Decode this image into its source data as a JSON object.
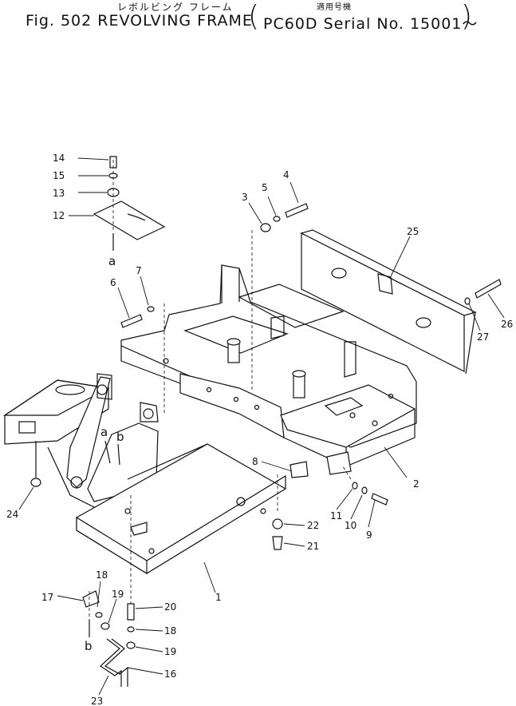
{
  "title": {
    "japanese": "レボルビング フレーム",
    "english": "Fig. 502 REVOLVING FRAME",
    "serial_japanese": "適用号機",
    "serial_english": "PC60D Serial No. 15001～"
  },
  "callouts": [
    "1",
    "2",
    "3",
    "4",
    "5",
    "6",
    "7",
    "8",
    "9",
    "10",
    "11",
    "12",
    "13",
    "14",
    "15",
    "16",
    "17",
    "18",
    "18",
    "19",
    "19",
    "20",
    "21",
    "22",
    "23",
    "24",
    "25",
    "26",
    "27"
  ],
  "reference_marks": [
    "a",
    "a",
    "b",
    "b"
  ]
}
